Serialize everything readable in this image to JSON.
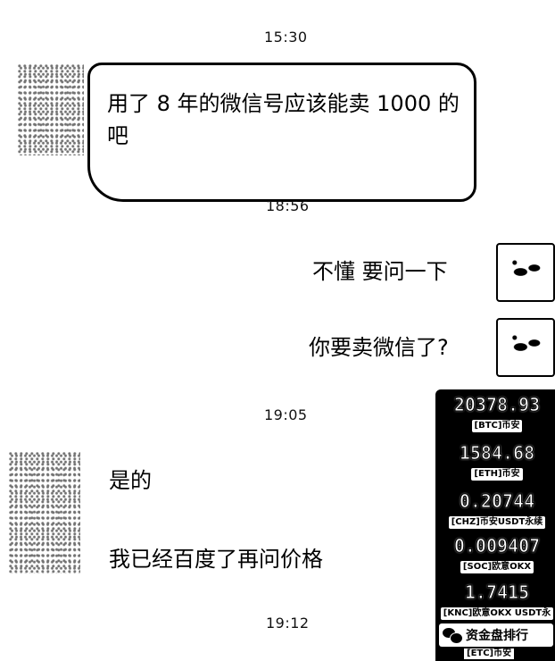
{
  "chat": {
    "timestamps": [
      "15:30",
      "18:56",
      "19:05",
      "19:12"
    ],
    "messages": [
      {
        "side": "left",
        "text": "用了 8 年的微信号应该能卖 1000 的吧"
      },
      {
        "side": "right",
        "text": "不懂 要问一下"
      },
      {
        "side": "right",
        "text": "你要卖微信了?"
      },
      {
        "side": "left",
        "text": "是的"
      },
      {
        "side": "left",
        "text": "我已经百度了再问价格"
      }
    ]
  },
  "ticker_panel": {
    "items": [
      {
        "price": "20378.93",
        "tag": "[BTC]币安"
      },
      {
        "price": "1584.68",
        "tag": "[ETH]币安"
      },
      {
        "price": "0.20744",
        "tag": "[CHZ]币安USDT永续"
      },
      {
        "price": "0.009407",
        "tag": "[SOC]欧意OKX"
      },
      {
        "price": "1.7415",
        "tag": "[KNC]欧意OKX USDT永"
      }
    ],
    "rank_button_label": "资金盘排行",
    "bottom_tag": "[ETC]币安"
  },
  "colors": {
    "background": "#ffffff",
    "text": "#000000",
    "panel": "#000000"
  }
}
